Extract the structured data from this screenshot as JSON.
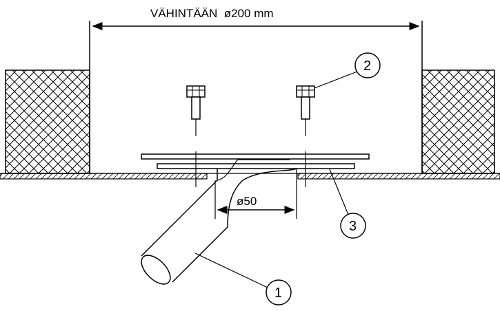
{
  "dimensions": {
    "overall_label": "VÄHINTÄÄN  ø200 mm",
    "hole_label": "ø50"
  },
  "callouts": [
    {
      "number": "1",
      "label": "1"
    },
    {
      "number": "2",
      "label": "2"
    },
    {
      "number": "3",
      "label": "3"
    }
  ],
  "colors": {
    "line": "#000000",
    "background": "#ffffff"
  }
}
